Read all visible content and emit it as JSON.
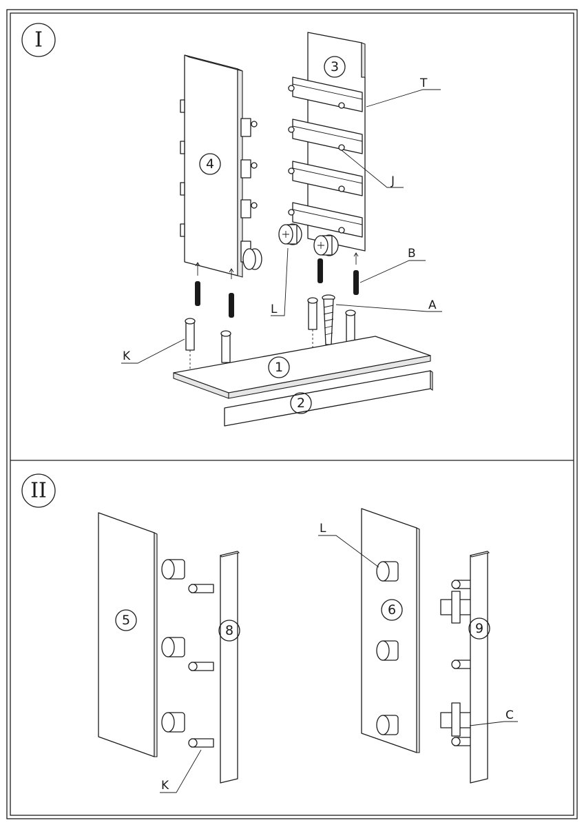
{
  "steps": [
    {
      "numeral": "I"
    },
    {
      "numeral": "II"
    }
  ],
  "parts": {
    "p1": "1",
    "p2": "2",
    "p3": "3",
    "p4": "4",
    "p5": "5",
    "p6": "6",
    "p8": "8",
    "p9": "9"
  },
  "hardware": {
    "T": "T",
    "J": "J",
    "B": "B",
    "L": "L",
    "A": "A",
    "K": "K",
    "L2": "L",
    "K2": "K",
    "C": "C"
  }
}
